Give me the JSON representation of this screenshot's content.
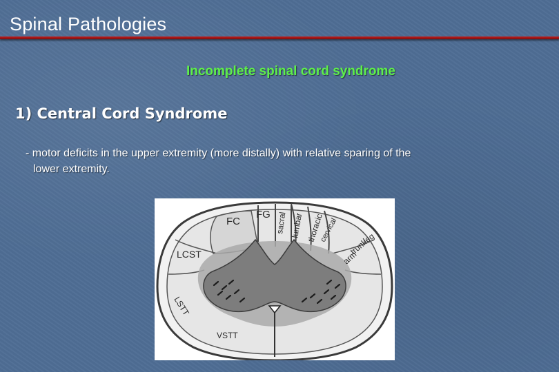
{
  "slide": {
    "title": "Spinal Pathologies",
    "subtitle": "Incomplete spinal cord syndrome",
    "heading": "1) Central Cord Syndrome",
    "bullet_line1": "- motor deficits in the upper extremity (more distally) with relative sparing of the",
    "bullet_line2": "lower  extremity."
  },
  "figure": {
    "labels": {
      "fc": "FC",
      "fg": "FG",
      "sacral": "sacral",
      "lumbar": "lumbar",
      "thoracic": "thoracic",
      "cervical": "cervical",
      "leg": "leg",
      "trunk": "trunk",
      "arm": "arm",
      "lcst": "LCST",
      "lstt": "LSTT",
      "vstt": "VSTT"
    }
  },
  "colors": {
    "background": "#4f6e94",
    "title_rule": "#b01818",
    "subtitle": "#5ef04a",
    "text": "#ffffff"
  }
}
